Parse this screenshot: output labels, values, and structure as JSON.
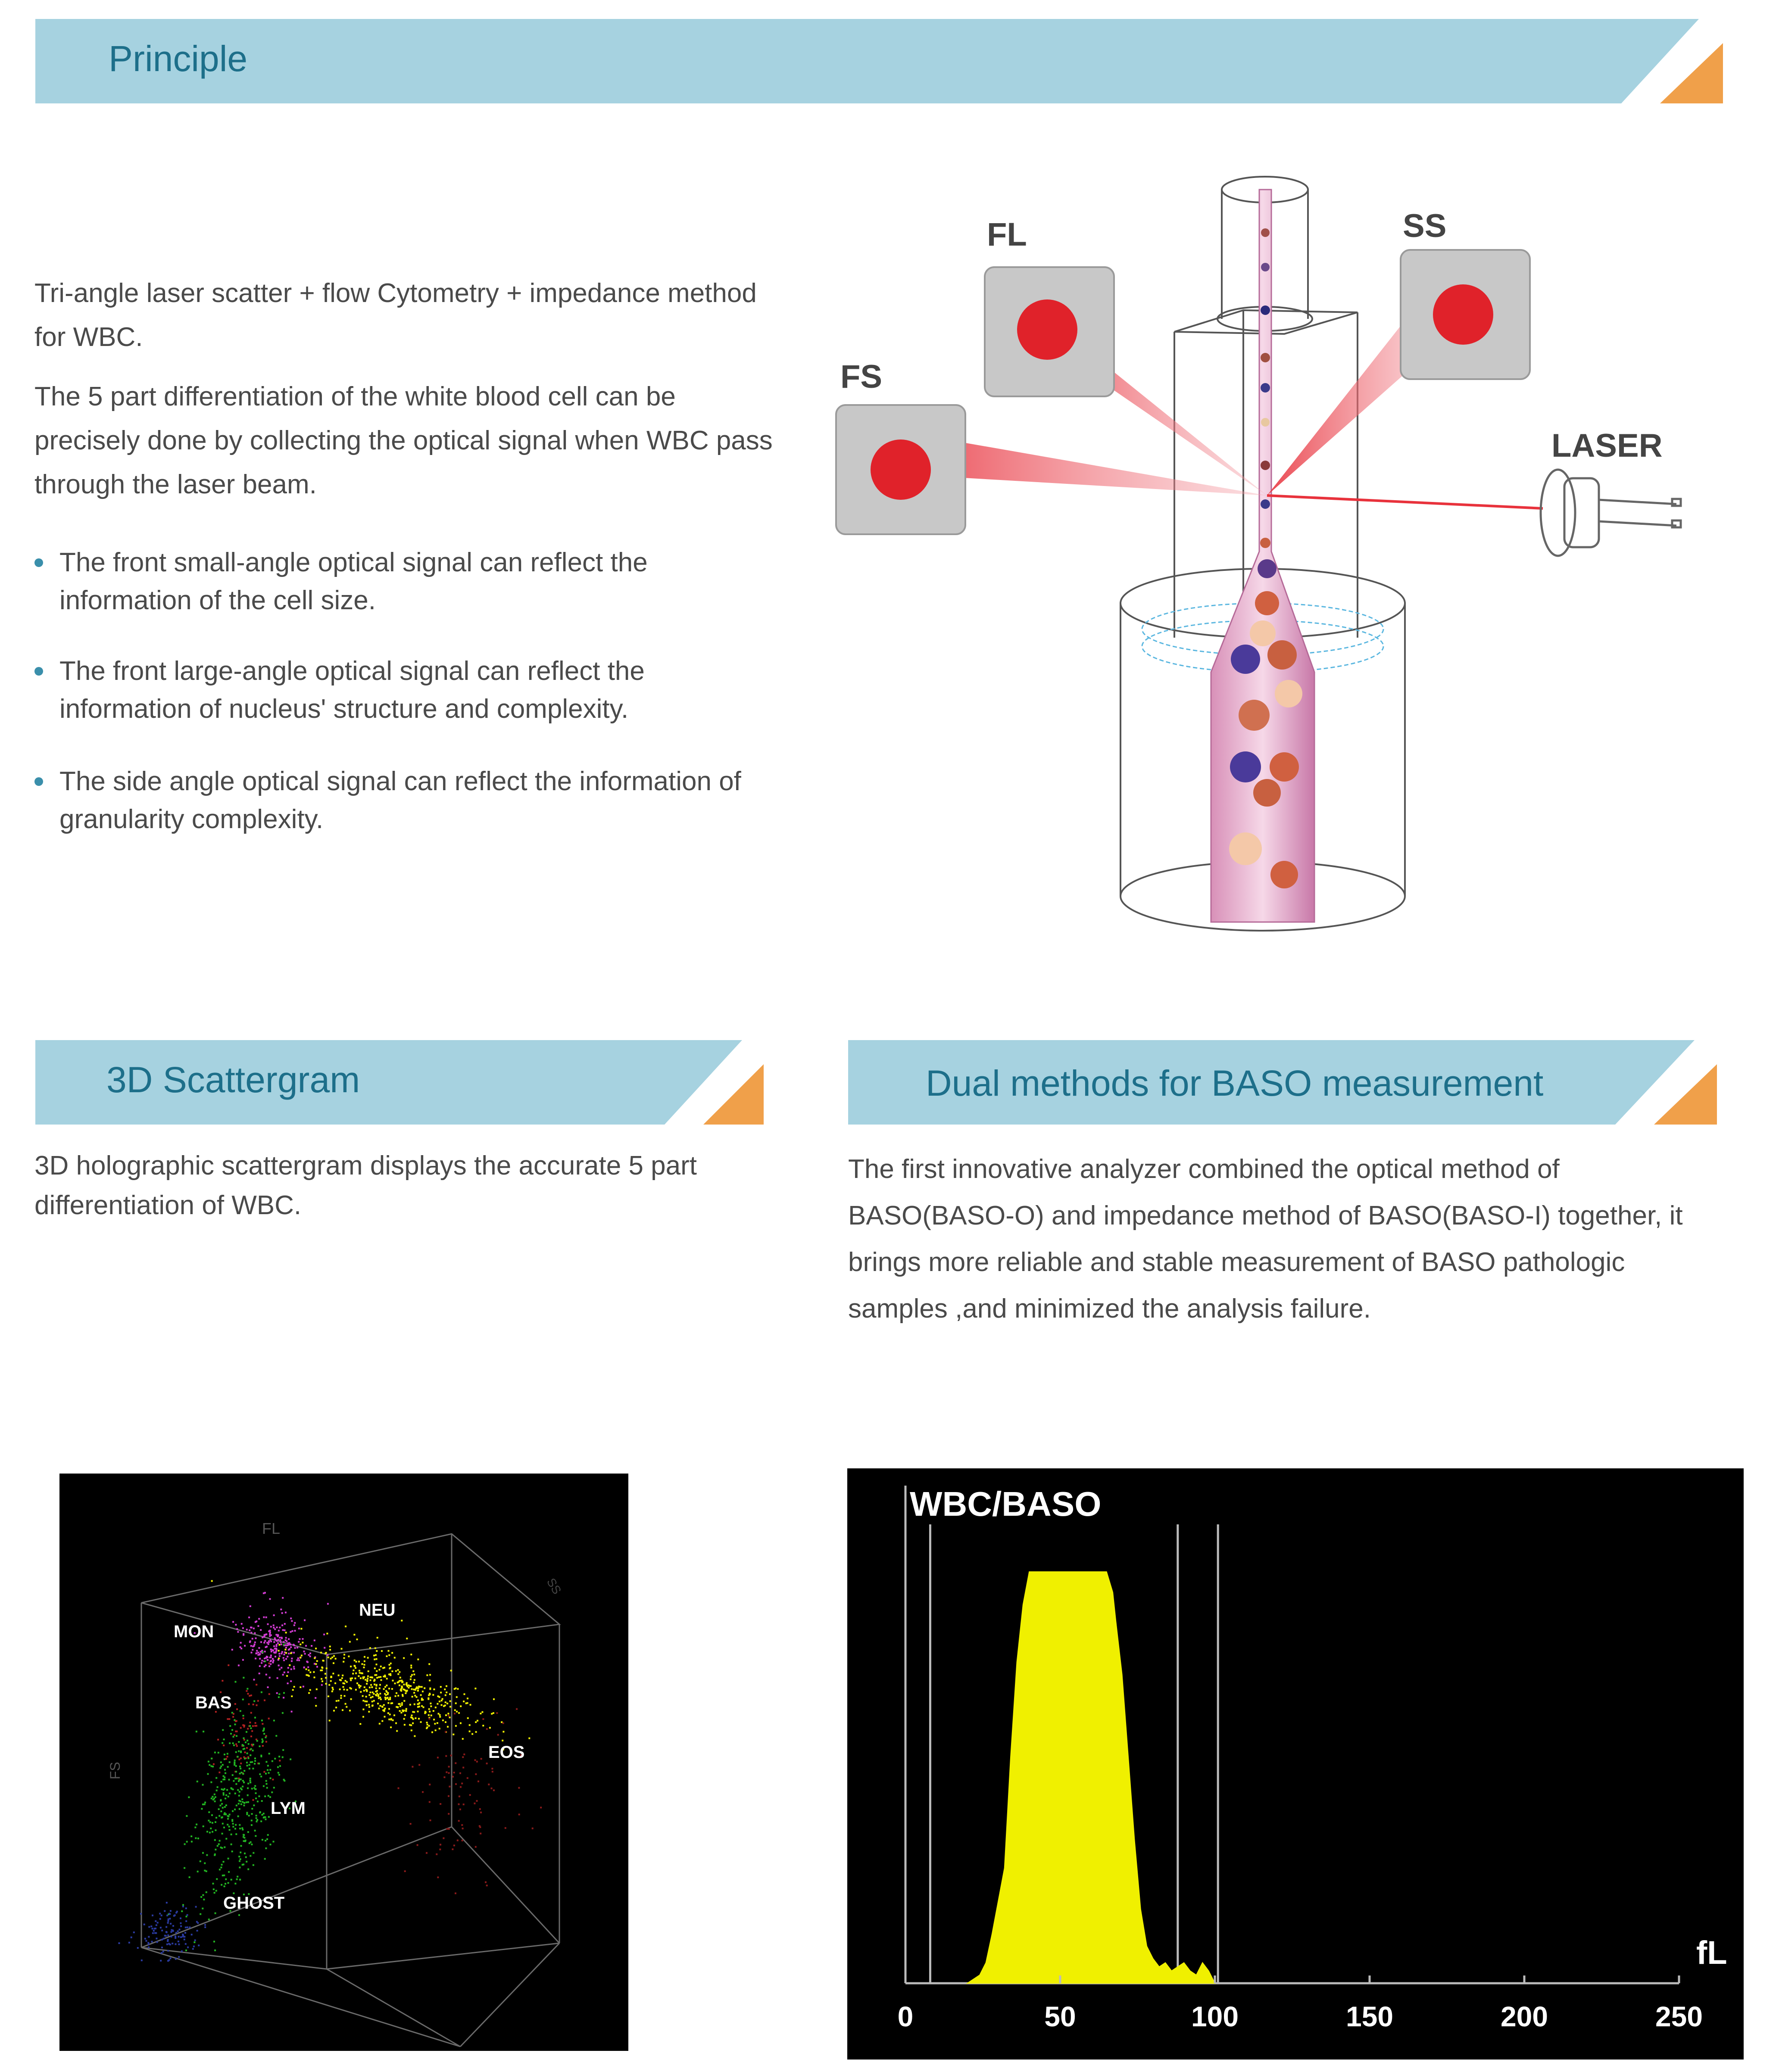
{
  "principle": {
    "title": "Principle",
    "intro": "Tri-angle laser scatter + flow Cytometry + impedance method for WBC.",
    "description": "The 5 part differentiation of the white blood cell can be precisely done by collecting the optical signal when WBC pass through the laser beam.",
    "bullets": [
      "The front small-angle optical signal can reflect the information of the cell size.",
      "The front large-angle optical signal can reflect the information of nucleus' structure and complexity.",
      "The side angle optical signal can reflect the information of granularity complexity."
    ],
    "diagram_labels": {
      "fl": "FL",
      "ss": "SS",
      "fs": "FS",
      "laser": "LASER"
    }
  },
  "scattergram": {
    "title": "3D Scattergram",
    "text": "3D holographic scattergram displays the accurate 5 part differentiation of WBC.",
    "axis_fl": "FL",
    "axis_ss": "SS",
    "axis_fs": "FS",
    "clusters": [
      "MON",
      "NEU",
      "BAS",
      "EOS",
      "LYM",
      "GHOST"
    ],
    "colors": {
      "MON": "#d23cd2",
      "NEU": "#f0f000",
      "BAS": "#b02020",
      "EOS": "#8a1a1a",
      "LYM": "#22b422",
      "GHOST": "#2a3aa0"
    }
  },
  "baso": {
    "title": "Dual methods for BASO measurement",
    "text": "The first  innovative analyzer  combined the optical method of BASO(BASO-O) and impedance method of BASO(BASO-I) together, it brings more reliable and stable measurement of BASO pathologic samples ,and minimized the analysis failure."
  },
  "chart_data": {
    "type": "area",
    "title": "WBC/BASO",
    "xlabel": "fL",
    "xlim": [
      0,
      250
    ],
    "ylim": [
      0,
      1
    ],
    "x_ticks": [
      0,
      50,
      100,
      150,
      200,
      250
    ],
    "markers": [
      8,
      88,
      101
    ],
    "x": [
      20,
      24,
      26,
      28,
      30,
      32,
      34,
      36,
      38,
      40,
      45,
      50,
      55,
      60,
      65,
      67,
      68,
      70,
      72,
      74,
      76,
      78,
      80,
      82,
      84,
      86,
      88,
      90,
      92,
      94,
      96,
      98,
      100
    ],
    "y": [
      0,
      0.02,
      0.05,
      0.12,
      0.2,
      0.28,
      0.55,
      0.78,
      0.92,
      1.0,
      1.0,
      1.0,
      1.0,
      1.0,
      1.0,
      0.95,
      0.88,
      0.75,
      0.55,
      0.35,
      0.18,
      0.09,
      0.06,
      0.04,
      0.05,
      0.03,
      0.04,
      0.05,
      0.03,
      0.02,
      0.05,
      0.03,
      0
    ]
  }
}
